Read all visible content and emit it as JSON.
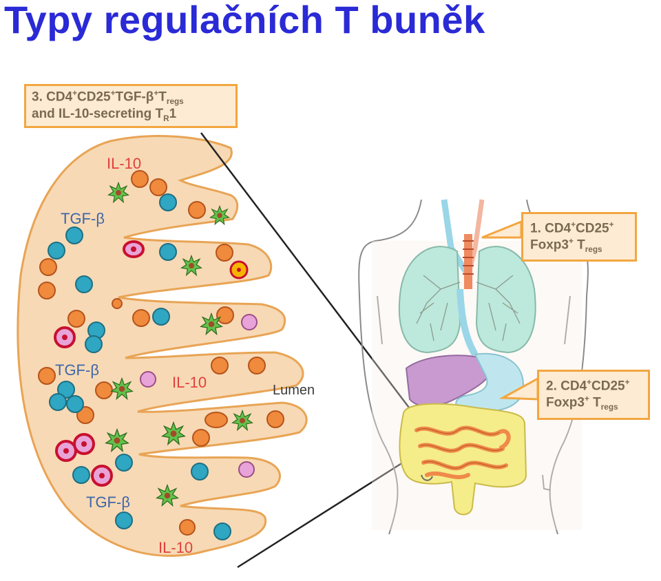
{
  "title": "Typy regulačních T buněk",
  "callouts": {
    "c3": {
      "line1_prefix": "3. CD4",
      "sup1": "+",
      "mid1": "CD25",
      "sup2": "+",
      "mid2": "TGF-β",
      "sup3": "+",
      "mid3": "T",
      "sub1": "regs",
      "line2_prefix": "and IL-10-secreting T",
      "sub2": "R",
      "line2_suffix": "1"
    },
    "c1": {
      "line1_prefix": "1. CD4",
      "sup1": "+",
      "mid1": "CD25",
      "sup2": "+",
      "line2_prefix": "Foxp3",
      "sup3": "+",
      "mid2": " T",
      "sub1": "regs"
    },
    "c2": {
      "line1_prefix": "2. CD4",
      "sup1": "+",
      "mid1": "CD25",
      "sup2": "+",
      "line2_prefix": "Foxp3",
      "sup3": "+",
      "mid2": " T",
      "sub1": "regs"
    }
  },
  "labels": {
    "il10_top": "IL-10",
    "tgf_1": "TGF-β",
    "tgf_2": "TGF-β",
    "il10_mid": "IL-10",
    "lumen": "Lumen",
    "tgf_3": "TGF-β",
    "il10_bottom": "IL-10"
  },
  "colors": {
    "title": "#2a2ad6",
    "villus_fill": "#f7d9b5",
    "villus_stroke": "#e8a455",
    "callout_border": "#f2a640",
    "orange_cell": "#f08a3c",
    "teal_cell": "#2fa6c2",
    "pink_cell": "#e8a3d8",
    "cell_ring": "#c8102e",
    "cytokine_star": "#62c24a",
    "lung": "#bde8dc",
    "liver": "#c89ad0",
    "stomach": "#bfe6ee",
    "intestine": "#f5ec8a",
    "small_intestine": "#ef8a4a"
  }
}
